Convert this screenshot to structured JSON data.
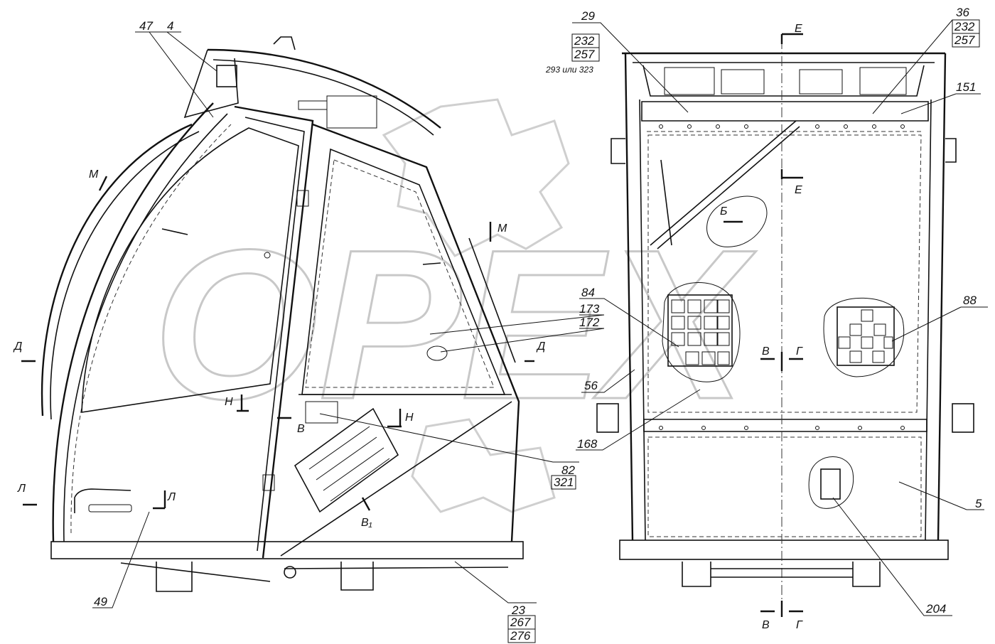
{
  "watermark": {
    "text": "OPEX"
  },
  "left_view": {
    "callouts": {
      "c47": "47",
      "c4": "4",
      "c82": "82",
      "c321": "321",
      "c23": "23",
      "c267": "267",
      "c276": "276",
      "c49": "49"
    },
    "sections": {
      "M_left": "М",
      "M_right": "М",
      "D_left": "Д",
      "D_right": "Д",
      "N_left": "Н",
      "N_right": "Н",
      "L_left": "Л",
      "L_right": "Л",
      "V": "В",
      "V1": "В₁"
    }
  },
  "right_view": {
    "callouts": {
      "c29": "29",
      "c232a": "232",
      "c257a": "257",
      "c293": "293 или 323",
      "c36": "36",
      "c232b": "232",
      "c257b": "257",
      "c151": "151",
      "c84": "84",
      "c173": "173",
      "c172": "172",
      "c56": "56",
      "c88": "88",
      "c168": "168",
      "c5": "5",
      "c204": "204"
    },
    "sections": {
      "E_top": "Е",
      "E_mid": "Е",
      "B": "Б",
      "V_mid": "В",
      "G_mid": "Г",
      "V_bot": "В",
      "G_bot": "Г"
    }
  }
}
